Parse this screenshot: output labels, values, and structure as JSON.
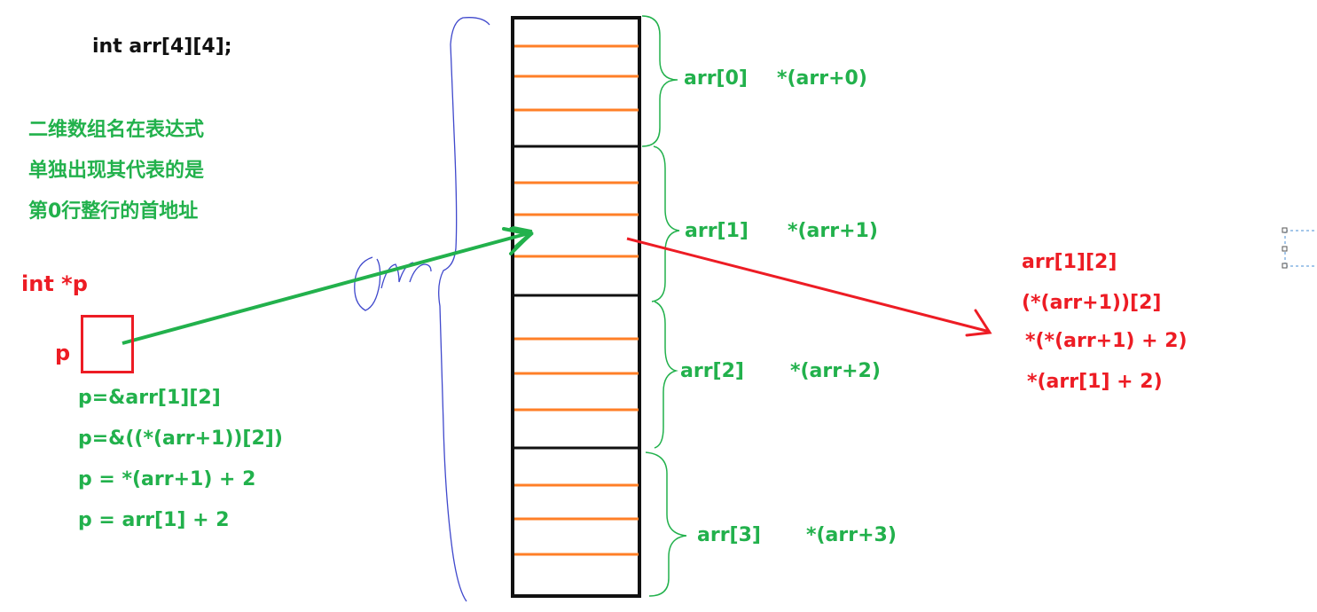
{
  "declaration": "int arr[4][4];",
  "note_lines": [
    "二维数组名在表达式",
    "单独出现其代表的是",
    "第0行整行的首地址"
  ],
  "pointer_decl": "int *p",
  "pointer_name": "p",
  "pointer_exprs": [
    "p=&arr[1][2]",
    "p=&((*(arr+1))[2])",
    "p = *(arr+1) + 2",
    "p = arr[1] + 2"
  ],
  "rows": [
    {
      "sub": "arr[0]",
      "deref": "*(arr+0)"
    },
    {
      "sub": "arr[1]",
      "deref": "*(arr+1)"
    },
    {
      "sub": "arr[2]",
      "deref": "*(arr+2)"
    },
    {
      "sub": "arr[3]",
      "deref": "*(arr+3)"
    }
  ],
  "element_exprs": [
    "arr[1][2]",
    "(*(arr+1))[2]",
    "*(*(arr+1) + 2)",
    "*(arr[1] + 2)"
  ],
  "handwriting_note": "arr",
  "colors": {
    "green": "#22b14c",
    "red": "#ed1c24",
    "orange": "#ff7f27",
    "blue_pen": "#3f48cc",
    "black": "#111111"
  }
}
